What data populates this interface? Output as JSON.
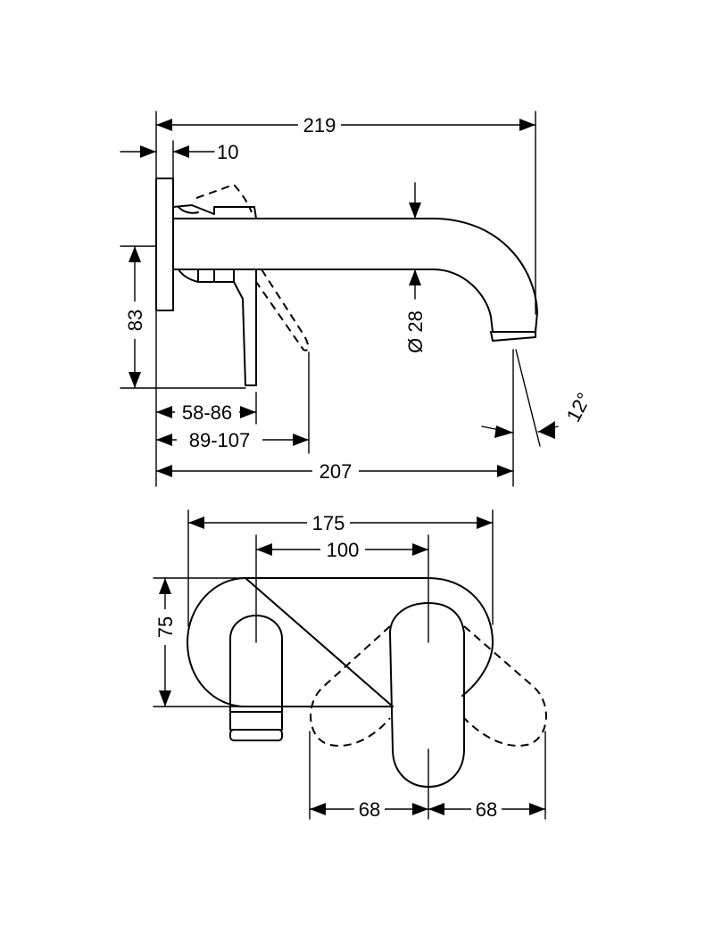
{
  "dimensions": {
    "d219": "219",
    "d10": "10",
    "d83": "83",
    "d28": "Ø 28",
    "d58_86": "58-86",
    "d89_107": "89-107",
    "d207": "207",
    "d12": "12°",
    "d175": "175",
    "d100": "100",
    "d75": "75",
    "d68_left": "68",
    "d68_right": "68"
  }
}
